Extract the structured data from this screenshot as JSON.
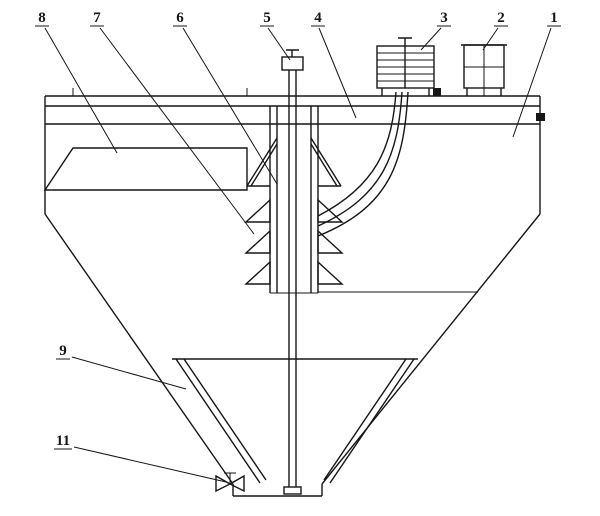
{
  "figure": {
    "background": "#ffffff",
    "line_color": "#161616",
    "description_visible_text_only": true,
    "callouts": {
      "n1": "1",
      "n2": "2",
      "n3": "3",
      "n4": "4",
      "n5": "5",
      "n6": "6",
      "n7": "7",
      "n8": "8",
      "n9": "9",
      "n11": "11"
    }
  }
}
